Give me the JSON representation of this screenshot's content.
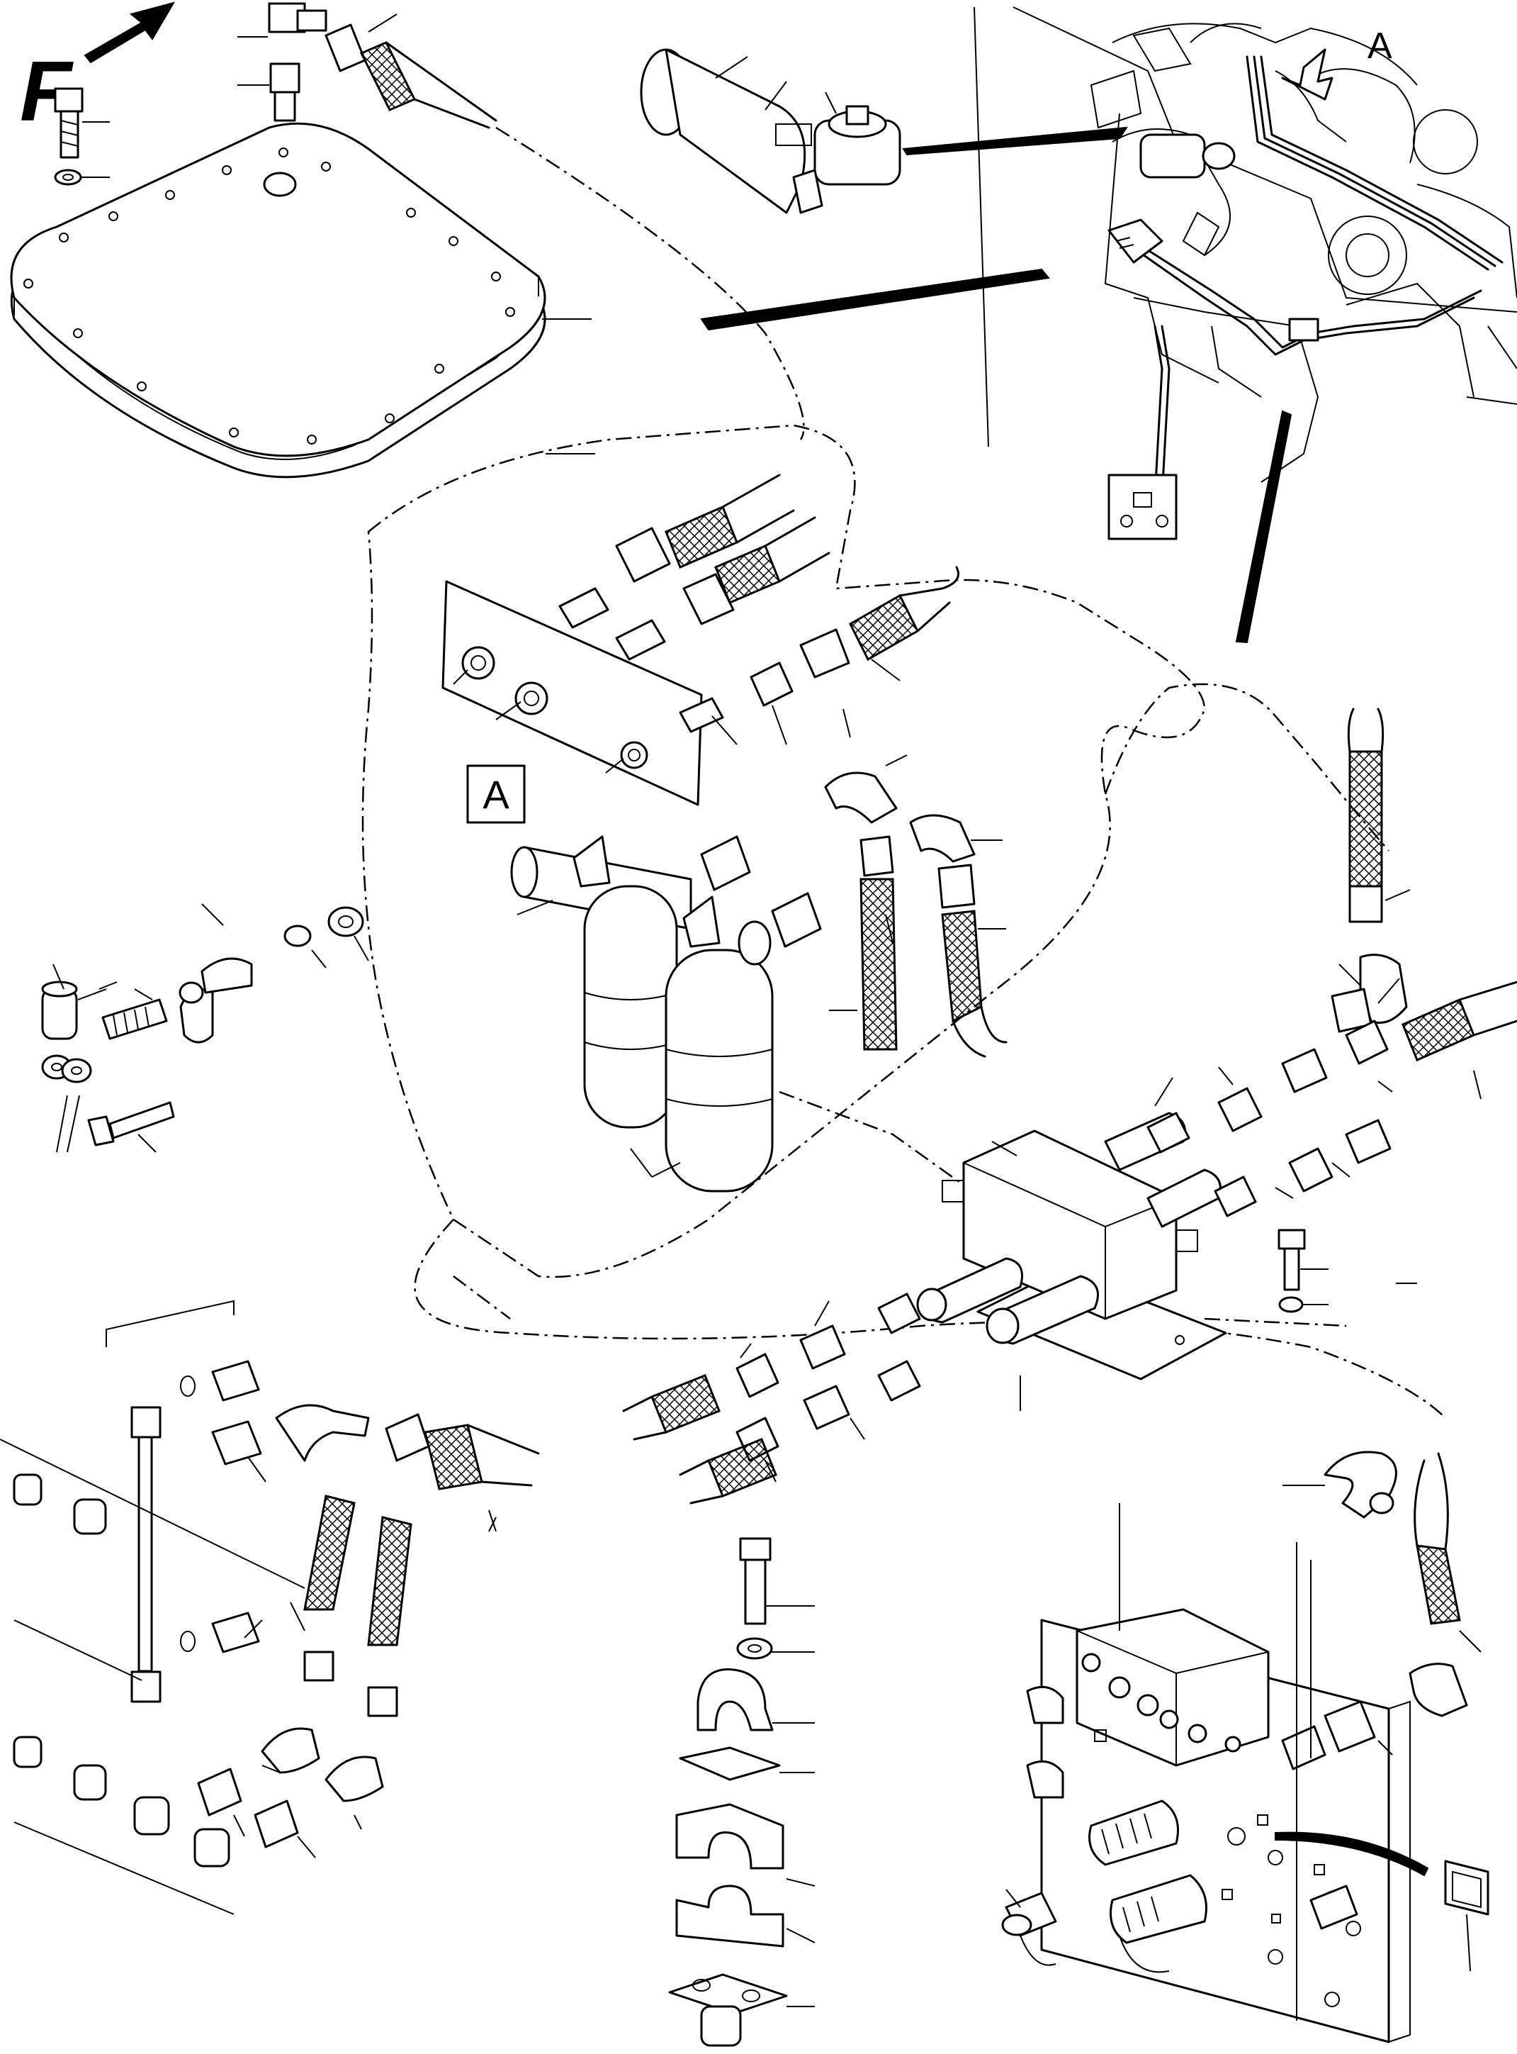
{
  "diagram": {
    "front_marker": "F",
    "detail_callout_label": "A",
    "detail_arrow_label": "A"
  }
}
